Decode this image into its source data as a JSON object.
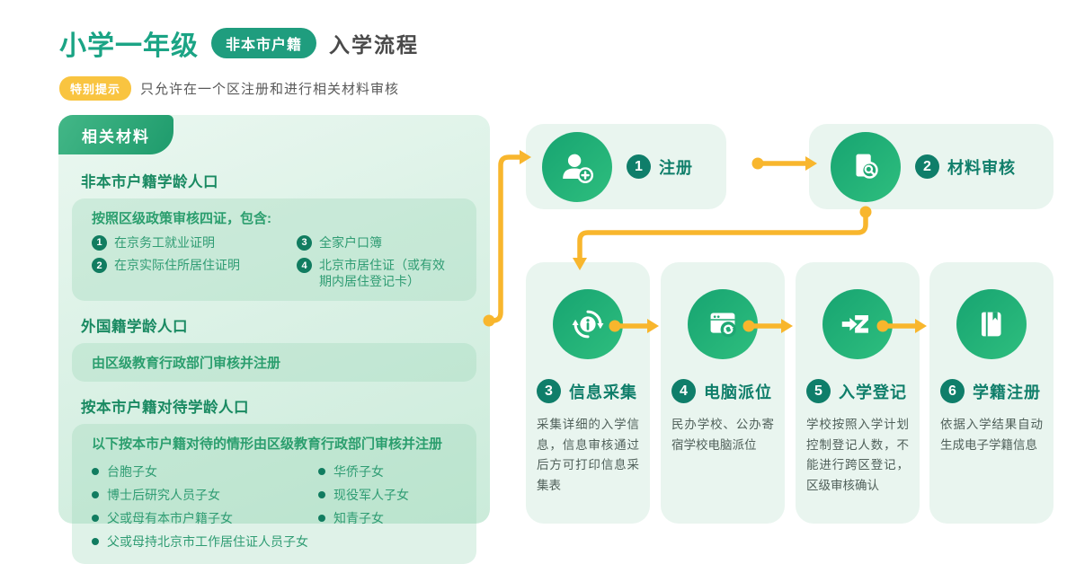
{
  "colors": {
    "accent_green": "#1FA873",
    "dark_green": "#0F7E6A",
    "arrow_yellow": "#F8B62D",
    "badge_teal": "#1F9D7E",
    "notice_yellow": "#F9C440"
  },
  "header": {
    "title": "小学一年级",
    "badge": "非本市户籍",
    "suffix": "入学流程",
    "notice_label": "特别提示",
    "notice_text": "只允许在一个区注册和进行相关材料审核"
  },
  "materials_panel": {
    "tab_label": "相关材料",
    "section1": {
      "heading": "非本市户籍学龄人口",
      "box_title": "按照区级政策审核四证，包含:",
      "items": [
        {
          "num": "1",
          "text": "在京务工就业证明"
        },
        {
          "num": "3",
          "text": "全家户口簿"
        },
        {
          "num": "2",
          "text": "在京实际住所居住证明"
        },
        {
          "num": "4",
          "text": "北京市居住证（或有效期内居住登记卡）"
        }
      ]
    },
    "section2": {
      "heading": "外国籍学龄人口",
      "box_text": "由区级教育行政部门审核并注册"
    },
    "section3": {
      "heading": "按本市户籍对待学龄人口",
      "box_title": "以下按本市户籍对待的情形由区级教育行政部门审核并注册",
      "bullets_col1": [
        "台胞子女",
        "博士后研究人员子女",
        "父或母有本市户籍子女",
        "父或母持北京市工作居住证人员子女"
      ],
      "bullets_col2": [
        "华侨子女",
        "现役军人子女",
        "知青子女"
      ]
    }
  },
  "flow": {
    "steps": [
      {
        "num": "1",
        "label": "注册",
        "icon": "add-user-icon"
      },
      {
        "num": "2",
        "label": "材料审核",
        "icon": "doc-search-icon"
      },
      {
        "num": "3",
        "label": "信息采集",
        "icon": "info-sync-icon",
        "desc": "采集详细的入学信息，信息审核通过后方可打印信息采集表"
      },
      {
        "num": "4",
        "label": "电脑派位",
        "icon": "window-refresh-icon",
        "desc": "民办学校、公办寄宿学校电脑派位"
      },
      {
        "num": "5",
        "label": "入学登记",
        "icon": "enroll-z-icon",
        "desc": "学校按照入学计划控制登记人数，不能进行跨区登记，区级审核确认"
      },
      {
        "num": "6",
        "label": "学籍注册",
        "icon": "book-icon",
        "desc": "依据入学结果自动生成电子学籍信息"
      }
    ]
  }
}
